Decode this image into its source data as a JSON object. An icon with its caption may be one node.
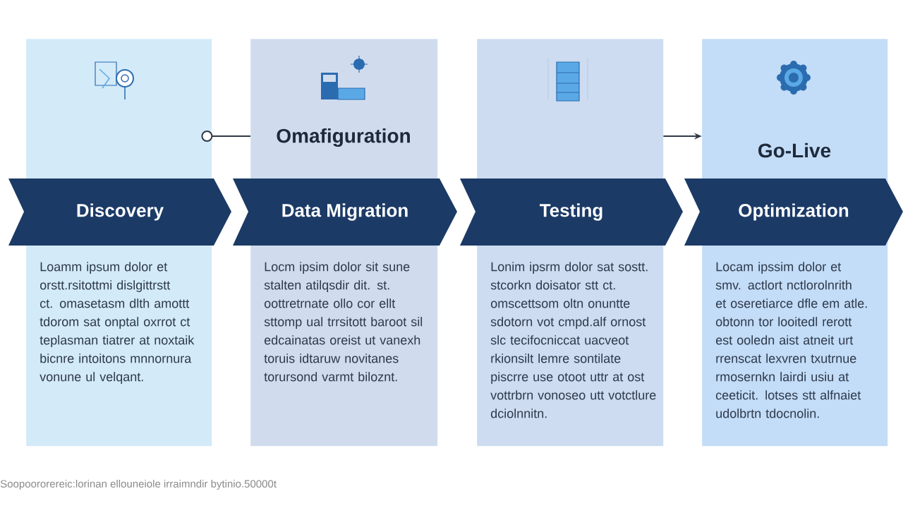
{
  "diagram": {
    "nodes": [
      {
        "text": [
          "Loamm ipsum dolor et orstt.rsitottmi dislgittrstt ct. omasetasm dlth amottt tdorom sat onptal oxrrot ct teplasman tiatrer at noxtaik bicnre intoitons mnnornura vonune ul velqant."
        ]
      },
      {
        "text": [
          "Omafiguration",
          "Locm ipsim dolor sit sune stalten atilqsdir dit. st. oottretrnate ollo cor ellt sttomp ual trrsitott baroot sil edcainatas oreist ut vanexh toruis idtaruw novitanes torursond varmt biloznt."
        ]
      },
      {
        "text": [
          "Lonim ipsrm dolor sat sostt. stcorkn doisator stt ct. omscettsom oltn onuntte sdotorn vot cmpd.alf ornost slc tecifocniccat uacveot rkionsilt lemre sontilate piscrre use otoot uttr at ost vottrbrn vonoseo utt votctlure dciolnnitn."
        ]
      },
      {
        "text": [
          "Go-Live",
          "Locam ipssim dolor et smv. actlort nctlorolnrith et oseretiarce dfle em atle. obtonn tor looitedl rerott est ooledn aist atneit urt rrenscat lexvren txutrnue rmosernkn lairdi usiu at ceeticit. lotses stt alfnaiet udolbrtn tdocnolin."
        ]
      },
      {
        "text": [
          "Discovery"
        ]
      },
      {
        "text": [
          "Data Migration"
        ]
      },
      {
        "text": [
          "Testing"
        ]
      },
      {
        "text": [
          "Optimization"
        ]
      }
    ],
    "edges": [
      {
        "from": 0,
        "to": 1,
        "arrow": "other"
      },
      {
        "from": 2,
        "to": 3,
        "arrow": "to"
      }
    ],
    "labels": [
      "Soopoororereic:lorinan ellouneiole irraimndir bytinio.50000t"
    ]
  }
}
